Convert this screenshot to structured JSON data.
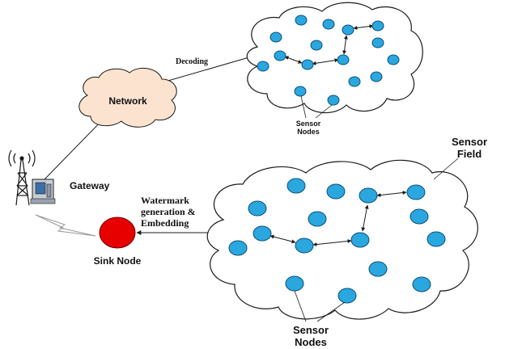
{
  "labels": {
    "network": "Network",
    "decoding": "Decoding",
    "gateway": "Gateway",
    "sensor_nodes_top_line1": "Sensor",
    "sensor_nodes_top_line2": "Nodes",
    "sensor_field_line1": "Sensor",
    "sensor_field_line2": "Field",
    "watermark_line1": "Watermark",
    "watermark_line2": "generation &",
    "watermark_line3": "Embedding",
    "sink_node": "Sink Node",
    "sensor_nodes_bottom_line1": "Sensor",
    "sensor_nodes_bottom_line2": "Nodes"
  },
  "colors": {
    "node_fill": "#2aa7df",
    "node_stroke": "#0d4f78",
    "network_cloud": "#fbe3cf",
    "sink_node": "#e60000",
    "outline": "#1a1a1a"
  },
  "icons": {
    "gateway": "radio-tower-icon",
    "gateway_device": "computer-icon",
    "wireless": "lightning-bolt-icon"
  }
}
